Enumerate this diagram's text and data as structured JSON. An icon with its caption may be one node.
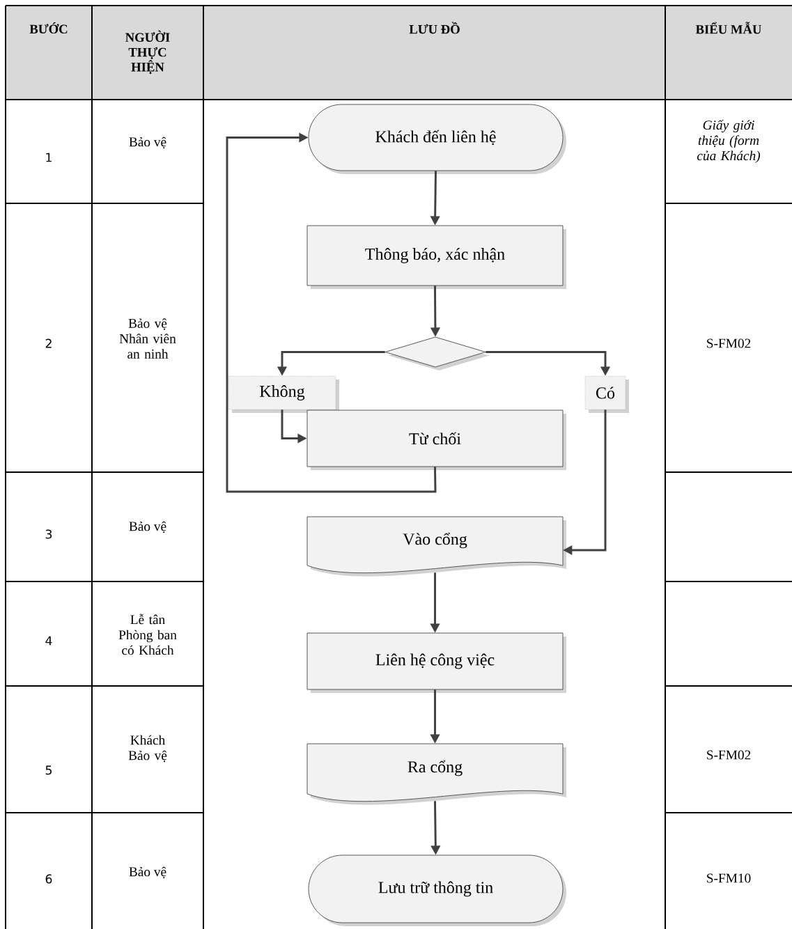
{
  "diagram": {
    "nodes": [
      {
        "text": [
          "Khách đến liên hệ"
        ]
      },
      {
        "text": [
          "Thông báo, xác nhận"
        ]
      },
      {
        "text": [],
        "shape": "diamond"
      },
      {
        "text": [
          "Không"
        ]
      },
      {
        "text": [
          "Có"
        ]
      },
      {
        "text": [
          "Từ chối"
        ]
      },
      {
        "text": [
          "Vào cổng"
        ]
      },
      {
        "text": [
          "Liên hệ công việc"
        ]
      },
      {
        "text": [
          "Ra cổng"
        ]
      },
      {
        "text": [
          "Lưu trữ thông tin"
        ]
      }
    ],
    "edges": [
      {
        "from": 0,
        "to": 1,
        "arrow": "to"
      },
      {
        "from": 1,
        "to": 2,
        "arrow": "to"
      },
      {
        "from": 2,
        "to": 3,
        "arrow": "to"
      },
      {
        "from": 2,
        "to": 4,
        "arrow": "to"
      },
      {
        "from": 3,
        "to": 5,
        "arrow": "to"
      },
      {
        "from": 5,
        "to": 0,
        "arrow": "to"
      },
      {
        "from": 4,
        "to": 6,
        "arrow": "to"
      },
      {
        "from": 6,
        "to": 7,
        "arrow": "to"
      },
      {
        "from": 7,
        "to": 8,
        "arrow": "to"
      },
      {
        "from": 8,
        "to": 9,
        "arrow": "to"
      }
    ],
    "labels": [
      "BƯỚC",
      "NGƯỜI THỰC HIỆN",
      "LƯU ĐỒ",
      "BIỂU MẪU",
      "1",
      "Bảo vệ",
      "Giấy giới thiệu (form của Khách)",
      "2",
      "Bảo vệ Nhân viên an ninh",
      "S-FM02",
      "3",
      "Bảo vệ",
      "4",
      "Lễ tân Phòng ban có Khách",
      "5",
      "Khách Bảo vệ",
      "S-FM02",
      "6",
      "Bảo vệ",
      "S-FM10"
    ]
  }
}
